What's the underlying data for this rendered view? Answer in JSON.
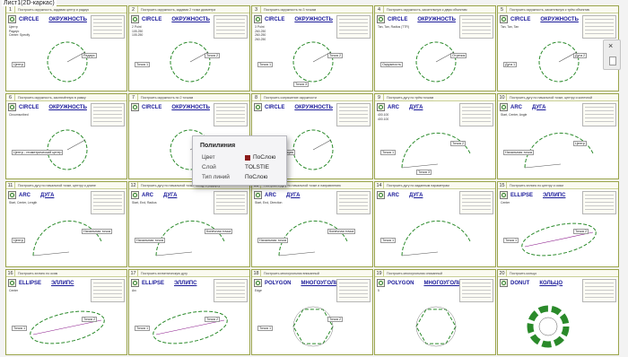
{
  "window": {
    "tab_label": "Лист1(2D-каркас)"
  },
  "colors": {
    "frame": "#9aa44a",
    "figure": "#2a8a2a",
    "command": "#1a1a99",
    "accent": "#8b1a1a"
  },
  "cards": [
    {
      "num": "1",
      "title": "Построить окружность, задавая центр и радиус",
      "cmd_en": "CIRCLE",
      "cmd_ru": "ОКРУЖНОСТЬ",
      "lines": [
        "Центр",
        "Радиус",
        "Center: Specify"
      ],
      "figure": "circle",
      "labels": [
        "Центр",
        "Радиус"
      ]
    },
    {
      "num": "2",
      "title": "Построить окружность, задавая 2 точки диаметра",
      "cmd_en": "CIRCLE",
      "cmd_ru": "ОКРУЖНОСТЬ",
      "lines": [
        "2 Point",
        "105.250",
        "105.250"
      ],
      "figure": "circle",
      "labels": [
        "Точка 1",
        "Точка 2"
      ]
    },
    {
      "num": "3",
      "title": "Построить окружность по 3 точкам",
      "cmd_en": "CIRCLE",
      "cmd_ru": "ОКРУЖНОСТЬ",
      "lines": [
        "3 Point",
        "260.250",
        "260.250",
        "260.250"
      ],
      "figure": "circle",
      "labels": [
        "Точка 1",
        "Точка 2",
        "Точка 3"
      ]
    },
    {
      "num": "4",
      "title": "Построить окружность, касательную к двум объектам",
      "cmd_en": "CIRCLE",
      "cmd_ru": "ОКРУЖНОСТЬ",
      "lines": [
        "Tan, Tan, Radius (TTR)"
      ],
      "figure": "circle",
      "labels": [
        "Окружность",
        "Отрезок"
      ]
    },
    {
      "num": "5",
      "title": "Построить окружность, касательную к трём объектам",
      "cmd_en": "CIRCLE",
      "cmd_ru": "ОКРУЖНОСТЬ",
      "lines": [
        "Tan, Tan, Tan"
      ],
      "figure": "circle",
      "labels": [
        "Дуга 1",
        "Дуга 2"
      ]
    },
    {
      "num": "6",
      "title": "Построить окружность, заключённую в рамку",
      "cmd_en": "CIRCLE",
      "cmd_ru": "ОКРУЖНОСТЬ",
      "lines": [
        "Circumscribed"
      ],
      "figure": "circle",
      "labels": [
        "Центр - геометрический центр"
      ]
    },
    {
      "num": "7",
      "title": "Построить окружность по 2 точкам",
      "cmd_en": "CIRCLE",
      "cmd_ru": "ОКРУЖНОСТЬ",
      "lines": [],
      "figure": "circle",
      "labels": []
    },
    {
      "num": "8",
      "title": "Построить сопряжение окружности",
      "cmd_en": "CIRCLE",
      "cmd_ru": "ОКРУЖНОСТЬ",
      "lines": [],
      "figure": "circle",
      "labels": [
        "Мастерство ситуация"
      ]
    },
    {
      "num": "9",
      "title": "Построить дугу по трём точкам",
      "cmd_en": "ARC",
      "cmd_ru": "ДУГА",
      "lines": [
        "400.100",
        "400.100"
      ],
      "figure": "arc",
      "labels": [
        "Точка 1",
        "Точка 2",
        "Точка 3"
      ]
    },
    {
      "num": "10",
      "title": "Построить дугу по начальной точке, центру и конечной",
      "cmd_en": "ARC",
      "cmd_ru": "ДУГА",
      "lines": [
        "Start, Center, Angle"
      ],
      "figure": "arc",
      "labels": [
        "Начальная точка",
        "Центр"
      ]
    },
    {
      "num": "11",
      "title": "Построить дугу по начальной точке, центру и длине",
      "cmd_en": "ARC",
      "cmd_ru": "ДУГА",
      "lines": [
        "Start, Center, Length"
      ],
      "figure": "arc",
      "labels": [
        "Центр",
        "Начальная точка"
      ]
    },
    {
      "num": "12",
      "title": "Построить дугу по начальной точке, концу и радиусу",
      "cmd_en": "ARC",
      "cmd_ru": "ДУГА",
      "lines": [
        "Start, End, Radius"
      ],
      "figure": "arc",
      "labels": [
        "Начальная точка",
        "Конечная точка"
      ]
    },
    {
      "num": "13",
      "title": "Построить дугу по начальной точке и направлению",
      "cmd_en": "ARC",
      "cmd_ru": "ДУГА",
      "lines": [
        "Start, End, Direction"
      ],
      "figure": "arc",
      "labels": [
        "Начальная точка",
        "Конечная точка"
      ]
    },
    {
      "num": "14",
      "title": "Построить дугу по заданным параметрам",
      "cmd_en": "ARC",
      "cmd_ru": "ДУГА",
      "lines": [],
      "figure": "arc",
      "labels": [
        "Точка 1"
      ]
    },
    {
      "num": "15",
      "title": "Построить эллипс по центру и осям",
      "cmd_en": "ELLIPSE",
      "cmd_ru": "ЭЛЛИПС",
      "lines": [
        "Center"
      ],
      "figure": "ellipse",
      "labels": [
        "Точка 1",
        "Точка 2"
      ]
    },
    {
      "num": "16",
      "title": "Построить эллипс по осям",
      "cmd_en": "ELLIPSE",
      "cmd_ru": "ЭЛЛИПС",
      "lines": [
        "Center"
      ],
      "figure": "ellipse",
      "labels": [
        "Точка 1",
        "Точка 2"
      ]
    },
    {
      "num": "17",
      "title": "Построить эллиптическую дугу",
      "cmd_en": "ELLIPSE",
      "cmd_ru": "ЭЛЛИПС",
      "lines": [
        "Arc"
      ],
      "figure": "ellipse",
      "labels": [
        "Точка 1",
        "Точка 2"
      ]
    },
    {
      "num": "18",
      "title": "Построить многоугольник вписанный",
      "cmd_en": "POLYGON",
      "cmd_ru": "МНОГОУГОЛЬНИК",
      "lines": [
        "Edge"
      ],
      "figure": "polygon",
      "labels": [
        "Точка 1",
        "Точка 2"
      ]
    },
    {
      "num": "19",
      "title": "Построить многоугольник описанный",
      "cmd_en": "POLYGON",
      "cmd_ru": "МНОГОУГОЛЬНИК",
      "lines": [
        "5"
      ],
      "figure": "polygon",
      "labels": []
    },
    {
      "num": "20",
      "title": "Построить кольцо",
      "cmd_en": "DONUT",
      "cmd_ru": "КОЛЬЦО",
      "lines": [],
      "figure": "donut",
      "labels": []
    }
  ],
  "popup": {
    "title": "Полилиния",
    "rows": [
      {
        "key": "Цвет",
        "value": "ПоСлою",
        "swatch": true
      },
      {
        "key": "Слой",
        "value": "TOLSTIE",
        "swatch": false
      },
      {
        "key": "Тип линий",
        "value": "ПоСлою",
        "swatch": false
      }
    ]
  },
  "side_panel": {
    "close_icon": "close-icon"
  }
}
